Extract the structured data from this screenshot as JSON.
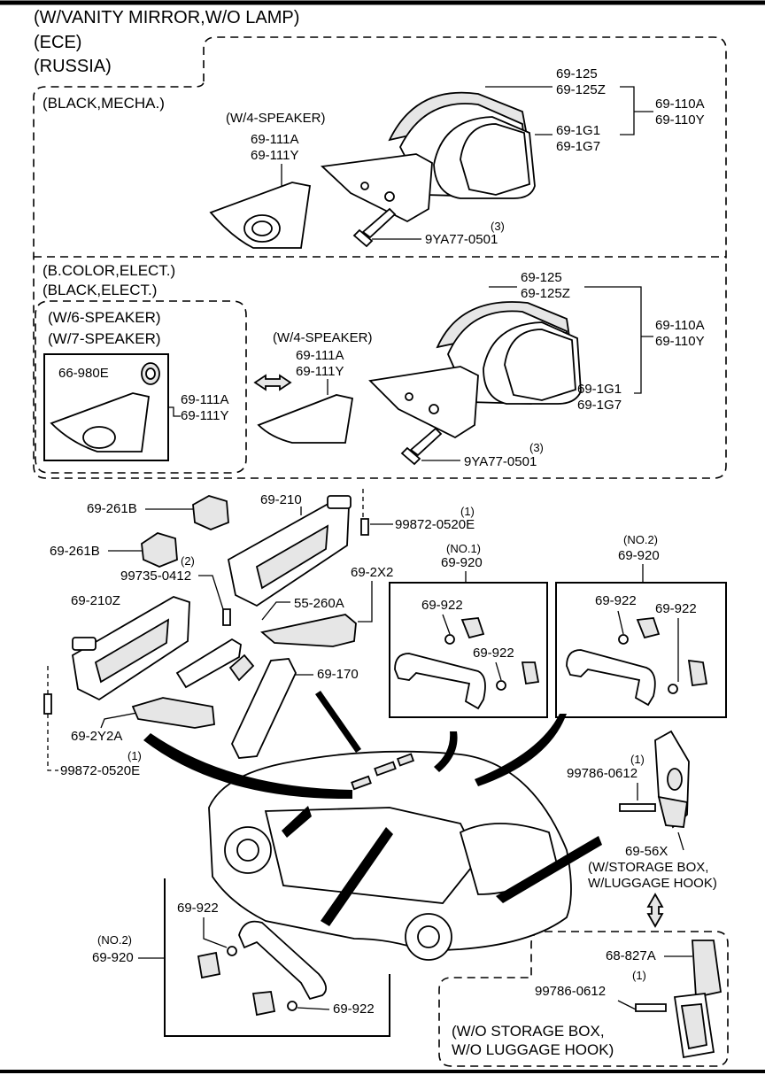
{
  "header": {
    "line1": "(W/VANITY MIRROR,W/O LAMP)",
    "line2": "(ECE)",
    "line3": "(RUSSIA)"
  },
  "section_black_mecha": {
    "title": "(BLACK,MECHA.)",
    "speaker_note": "(W/4-SPEAKER)",
    "speaker_part_a": "69-111A",
    "speaker_part_y": "69-111Y",
    "shell_a": "69-125",
    "shell_z": "69-125Z",
    "assy_a": "69-110A",
    "assy_y": "69-110Y",
    "glass_1": "69-1G1",
    "glass_7": "69-1G7",
    "bolt_qty": "(3)",
    "bolt": "9YA77-0501"
  },
  "section_elect": {
    "title1": "(B.COLOR,ELECT.)",
    "title2": "(BLACK,ELECT.)",
    "sub1": "(W/6-SPEAKER)",
    "sub2": "(W/7-SPEAKER)",
    "tweeter": "66-980E",
    "inner_a": "69-111A",
    "inner_y": "69-111Y",
    "speaker_note": "(W/4-SPEAKER)",
    "speaker_part_a": "69-111A",
    "speaker_part_y": "69-111Y",
    "shell_a": "69-125",
    "shell_z": "69-125Z",
    "assy_a": "69-110A",
    "assy_y": "69-110Y",
    "glass_1": "69-1G1",
    "glass_7": "69-1G7",
    "bolt_qty": "(3)",
    "bolt": "9YA77-0501"
  },
  "interior": {
    "clip_top": "69-261B",
    "clip_mid": "69-261B",
    "visor_r": "69-210",
    "screw_qty_top": "(1)",
    "screw_top": "99872-0520E",
    "screw2_qty": "(2)",
    "screw2": "99735-0412",
    "bracket": "69-2X2",
    "visor_l": "69-210Z",
    "cover": "55-260A",
    "mirror": "69-170",
    "holder": "69-2Y2A",
    "screw_qty_bot": "(1)",
    "screw_bot": "99872-0520E",
    "handle1_no": "(NO.1)",
    "handle1": "69-920",
    "handle2_no": "(NO.2)",
    "handle2": "69-920",
    "cap_a": "69-922",
    "cap_b": "69-922",
    "cap_c": "69-922",
    "cap_d": "69-922",
    "hook_qty": "(1)",
    "hook_bolt": "99786-0612",
    "hook": "69-56X",
    "hook_note1": "(W/STORAGE BOX,",
    "hook_note2": "W/LUGGAGE HOOK)",
    "lower_no": "(NO.2)",
    "lower_handle": "69-920",
    "lower_cap_a": "69-922",
    "lower_cap_b": "69-922",
    "storage": "68-827A",
    "storage_qty": "(1)",
    "storage_bolt": "99786-0612",
    "storage_note1": "(W/O STORAGE BOX,",
    "storage_note2": "W/O LUGGAGE HOOK)"
  }
}
